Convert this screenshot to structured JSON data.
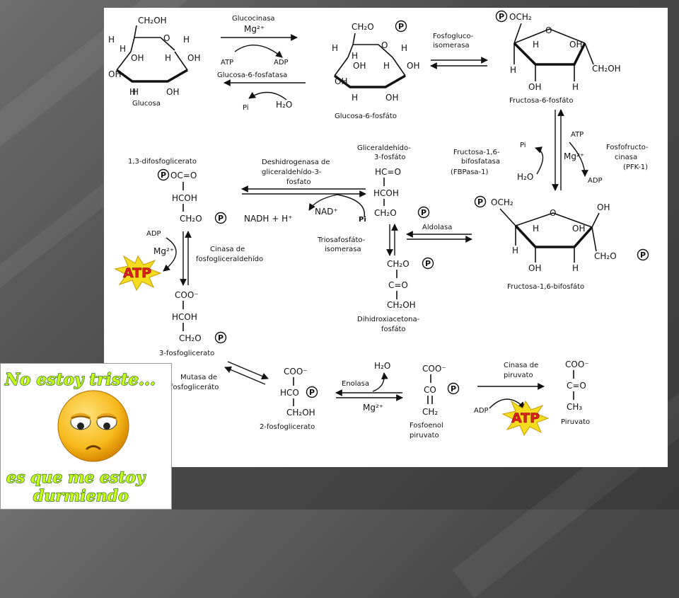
{
  "diagram": {
    "glucose": {
      "ch2oh": "CH₂OH",
      "label": "Glucosa"
    },
    "g6p": {
      "ch2o": "CH₂O",
      "label": "Glucosa-6-fosfáto"
    },
    "f6p": {
      "och2": "OCH₂",
      "ch2oh": "CH₂OH",
      "label": "Fructosa-6-fosfáto"
    },
    "f16bp": {
      "och2": "OCH₂",
      "ch2o": "CH₂O",
      "label": "Fructosa-1,6-bifosfáto"
    },
    "gap": {
      "label1": "Gliceraldehído-",
      "label2": "3-fosfáto",
      "hc": "HC=O",
      "hcoh": "HCOH",
      "ch2o": "CH₂O"
    },
    "dhap": {
      "ch2o": "CH₂O",
      "c": "C=O",
      "ch2oh": "CH₂OH",
      "label1": "Dihidroxiacetona-",
      "label2": "fosfáto"
    },
    "bpg13": {
      "label": "1,3-difosfoglicerato",
      "oc": "OC=O",
      "hcoh": "HCOH",
      "ch2o": "CH₂O"
    },
    "pg3": {
      "coo": "COO⁻",
      "hcoh": "HCOH",
      "ch2o": "CH₂O",
      "label": "3-fosfoglicerato"
    },
    "pg2": {
      "coo": "COO⁻",
      "hco": "HCO",
      "ch2oh": "CH₂OH",
      "label": "2-fosfoglicerato"
    },
    "pep": {
      "coo": "COO⁻",
      "co": "CO",
      "ch2": "CH₂",
      "label1": "Fosfoenol",
      "label2": "piruvato"
    },
    "pyr": {
      "coo": "COO⁻",
      "c": "C=O",
      "ch3": "CH₃",
      "label": "Piruvato"
    },
    "enzymes": {
      "glucocinasa": "Glucocinasa",
      "g6pase": "Glucosa-6-fosfatasa",
      "pgi1": "Fosfogluco-",
      "pgi2": "isomerasa",
      "fbpase1": "Fructosa-1,6-",
      "fbpase2": "bifosfatasa",
      "fbpase3": "(FBPasa-1)",
      "pfk1": "Fosfofructo-",
      "pfk2": "cinasa",
      "pfk3": "(PFK-1)",
      "aldolasa": "Aldolasa",
      "tpi1": "Triosafosfáto-",
      "tpi2": "isomerasa",
      "gapdh1": "Deshidrogenasa de",
      "gapdh2": "gliceraldehído-3-",
      "gapdh3": "fosfato",
      "pgk1": "Cinasa de",
      "pgk2": "fosfogliceraldehído",
      "pgm1": "Mutasa de",
      "pgm2": "fosfogliceráto",
      "enolasa": "Enolasa",
      "pk1": "Cinasa de",
      "pk2": "piruvato"
    },
    "cofactors": {
      "mg": "Mg²⁺",
      "atp": "ATP",
      "adp": "ADP",
      "pi": "Pi",
      "h2o": "H₂O",
      "nadh": "NADH + H⁺",
      "nad": "NAD⁺",
      "p": "P",
      "atp_burst": "ATP"
    }
  },
  "sticker": {
    "top": "No estoy triste...",
    "bottom1": "es que me estoy",
    "bottom2": "durmiendo"
  },
  "colors": {
    "burst_fill": "#f5dc1e",
    "burst_text": "#e02020",
    "sticker_text": "#c6ff1a",
    "face": "#f7b91c"
  }
}
